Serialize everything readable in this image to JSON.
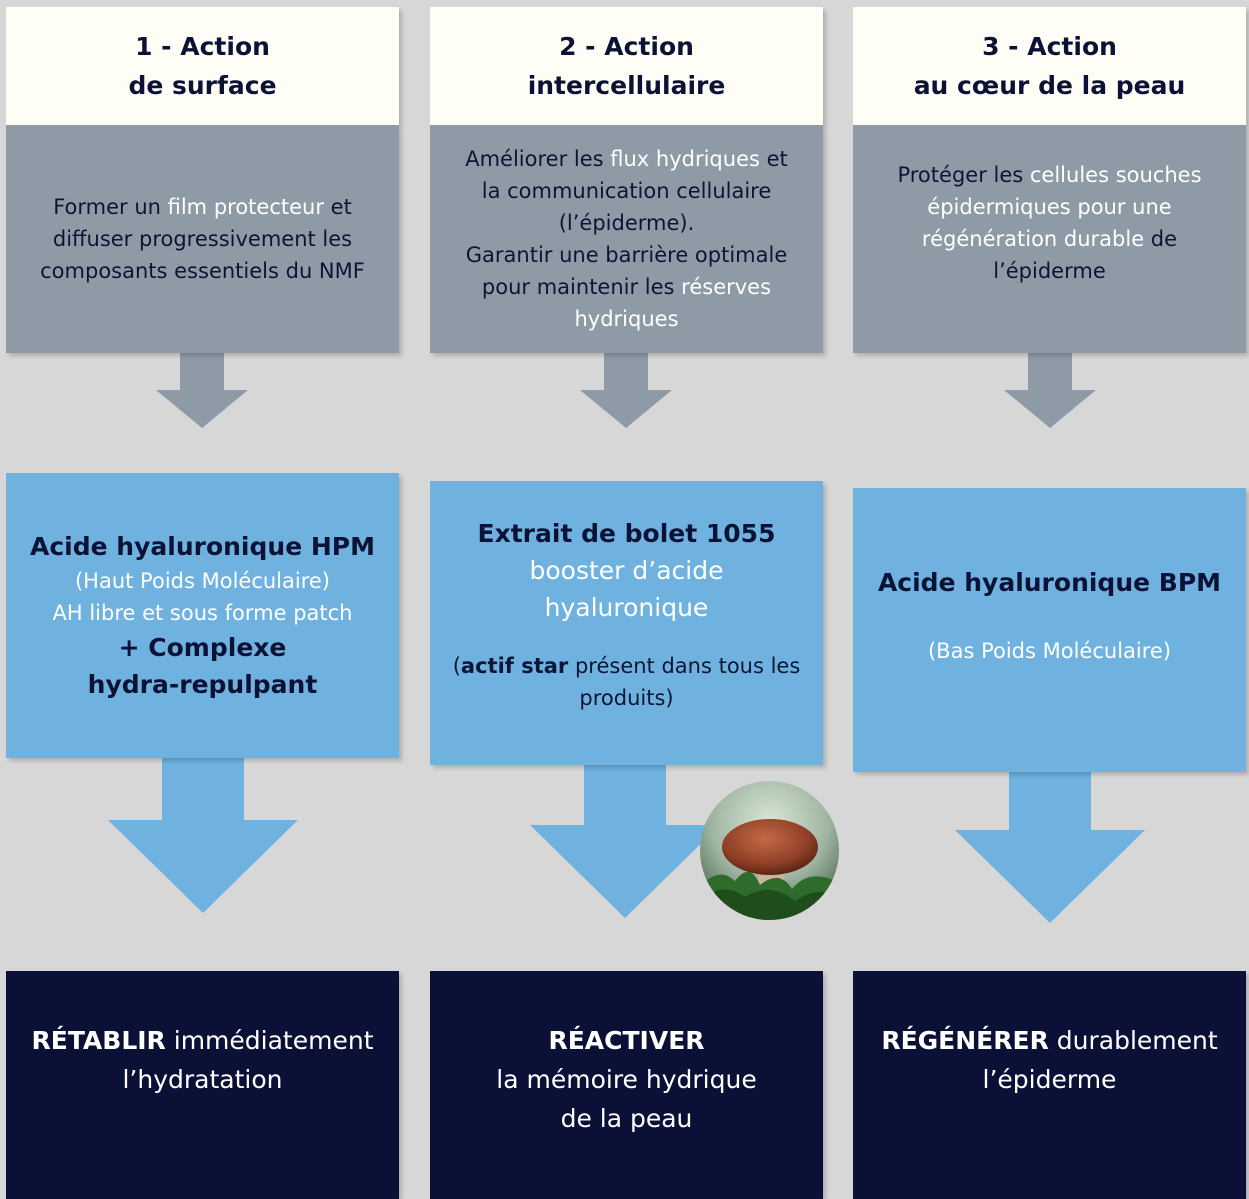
{
  "columns": [
    {
      "title_line1": "1 - Action",
      "title_line2": "de surface",
      "description": [
        {
          "parts": [
            {
              "t": "Former un ",
              "hl": false
            },
            {
              "t": "film protecteur",
              "hl": true
            },
            {
              "t": " et",
              "hl": false
            }
          ]
        },
        {
          "parts": [
            {
              "t": "diffuser progressivement les",
              "hl": false
            }
          ]
        },
        {
          "parts": [
            {
              "t": "composants essentiels du NMF",
              "hl": false
            }
          ]
        }
      ],
      "active_main": "Acide hyaluronique HPM",
      "active_sub1": "(Haut Poids Moléculaire)",
      "active_sub2": "AH libre et sous forme patch",
      "active_extra1": "+ Complexe",
      "active_extra2": "hydra-repulpant",
      "result_bold": "RÉTABLIR",
      "result_rest": " immédiatement",
      "result_line2": "l’hydratation",
      "result_line3": ""
    },
    {
      "title_line1": "2 - Action",
      "title_line2": "intercellulaire",
      "description": [
        {
          "parts": [
            {
              "t": "Améliorer les ",
              "hl": false
            },
            {
              "t": "flux hydriques",
              "hl": true
            },
            {
              "t": " et",
              "hl": false
            }
          ]
        },
        {
          "parts": [
            {
              "t": "la communication cellulaire",
              "hl": false
            }
          ]
        },
        {
          "parts": [
            {
              "t": "(l’épiderme).",
              "hl": false
            }
          ]
        },
        {
          "parts": [
            {
              "t": "Garantir une barrière optimale",
              "hl": false
            }
          ]
        },
        {
          "parts": [
            {
              "t": "pour maintenir les ",
              "hl": false
            },
            {
              "t": "réserves",
              "hl": true
            }
          ]
        },
        {
          "parts": [
            {
              "t": "hydriques",
              "hl": true
            }
          ]
        }
      ],
      "active_main": "Extrait de bolet 1055",
      "active_sub1": "booster d’acide",
      "active_sub2": "hyaluronique",
      "note_pre": "(",
      "note_bold": "actif star",
      "note_rest": " présent dans tous les",
      "note_line2": "produits)",
      "result_bold": "RÉACTIVER",
      "result_rest": "",
      "result_line2": "la mémoire hydrique",
      "result_line3": "de la peau"
    },
    {
      "title_line1": "3 - Action",
      "title_line2": "au cœur de la peau",
      "description": [
        {
          "parts": [
            {
              "t": "Protéger les ",
              "hl": false
            },
            {
              "t": "cellules souches",
              "hl": true
            }
          ]
        },
        {
          "parts": [
            {
              "t": "épidermiques pour une",
              "hl": true
            }
          ]
        },
        {
          "parts": [
            {
              "t": "régénération durable",
              "hl": true
            },
            {
              "t": " de",
              "hl": false
            }
          ]
        },
        {
          "parts": [
            {
              "t": "l’épiderme",
              "hl": false
            }
          ]
        }
      ],
      "active_main": "Acide hyaluronique BPM",
      "active_sub1": "(Bas Poids Moléculaire)",
      "result_bold": "RÉGÉNÉRER",
      "result_rest": " durablement",
      "result_line2": "l’épiderme",
      "result_line3": ""
    }
  ],
  "colors": {
    "title_bg": "#fefef6",
    "description_bg": "#8e9ba6",
    "highlight_text": "#ffffff",
    "active_bg": "#6fb2e0",
    "result_bg": "#0b1136",
    "gray_arrow": "#8e9ba6",
    "blue_arrow": "#6fb2e0",
    "page_bg": "#d7d7d7"
  }
}
